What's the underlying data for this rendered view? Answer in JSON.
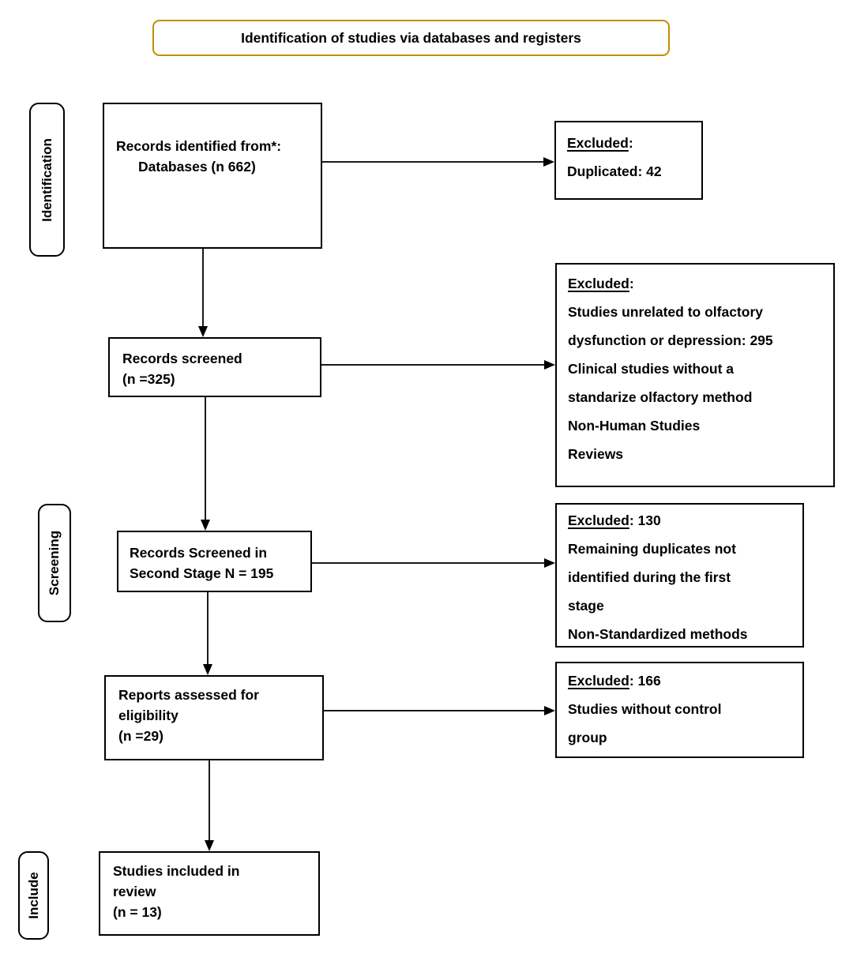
{
  "title": {
    "text": "Identification of studies via databases and registers"
  },
  "stages": {
    "identification": "Identification",
    "screening": "Screening",
    "include": "Include"
  },
  "flow": {
    "records_identified": {
      "line1": "Records identified from*:",
      "line2": "Databases (n 662)"
    },
    "records_screened": {
      "line1": "Records screened",
      "line2": "(n =325)"
    },
    "second_stage": {
      "line1": "Records Screened in",
      "line2": "Second Stage N = 195"
    },
    "reports_assessed": {
      "line1": "Reports assessed for",
      "line2": "eligibility",
      "line3": "(n =29)"
    },
    "studies_included": {
      "line1": "Studies included in",
      "line2": "review",
      "line3": "(n = 13)"
    }
  },
  "exclusions": {
    "duplicates": {
      "heading": "Excluded",
      "suffix": ":",
      "l1": "Duplicated: 42"
    },
    "first_stage": {
      "heading": "Excluded",
      "suffix": ":",
      "l1": "Studies unrelated to olfactory",
      "l2": "dysfunction or depression: 295",
      "l3": "Clinical studies without a",
      "l4": "standarize olfactory method",
      "l5": "Non-Human Studies",
      "l6": "Reviews"
    },
    "second_stage": {
      "heading": "Excluded",
      "suffix": ": 130",
      "l1": "Remaining duplicates not",
      "l2": "identified during the first",
      "l3": "stage",
      "l4": "Non-Standardized methods"
    },
    "eligibility": {
      "heading": "Excluded",
      "suffix": ": 166",
      "l1": "Studies without control",
      "l2": "group"
    }
  },
  "colors": {
    "title_border": "#BF9000",
    "box_border": "#000000",
    "arrow": "#000000",
    "background": "#FFFFFF"
  }
}
